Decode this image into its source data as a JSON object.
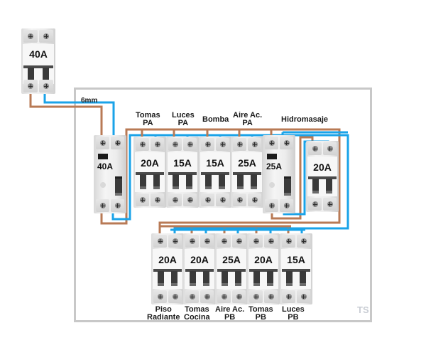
{
  "diagram": {
    "title": "Tablero eléctrico",
    "panel_tag": "TS",
    "feed_cable": "6mm",
    "colors": {
      "phase_wire": "#b87a55",
      "neutral_wire": "#1aa3e8",
      "enclosure_border": "#c8c8c8",
      "panel_tag": "#c9cdd4"
    },
    "main_breaker": {
      "rating": "40A",
      "type": "bipolar-breaker"
    },
    "top_row": [
      {
        "id": "rcd1",
        "type": "differential",
        "rating": "40A",
        "label": ""
      },
      {
        "id": "tomas-pa",
        "type": "bipolar-breaker",
        "rating": "20A",
        "label": [
          "Tomas",
          "PA"
        ]
      },
      {
        "id": "luces-pa",
        "type": "bipolar-breaker",
        "rating": "15A",
        "label": [
          "Luces",
          "PA"
        ]
      },
      {
        "id": "bomba",
        "type": "bipolar-breaker",
        "rating": "15A",
        "label": [
          "Bomba"
        ]
      },
      {
        "id": "aire-pa",
        "type": "bipolar-breaker",
        "rating": "25A",
        "label": [
          "Aire Ac.",
          "PA"
        ]
      },
      {
        "id": "rcd2",
        "type": "differential",
        "rating": "25A",
        "label": [
          "Hidromasaje"
        ]
      },
      {
        "id": "hidromasaje",
        "type": "bipolar-breaker",
        "rating": "20A",
        "label": ""
      }
    ],
    "bottom_row": [
      {
        "id": "piso-radiante",
        "type": "bipolar-breaker",
        "rating": "20A",
        "label": [
          "Piso",
          "Radiante"
        ]
      },
      {
        "id": "tomas-cocina",
        "type": "bipolar-breaker",
        "rating": "20A",
        "label": [
          "Tomas",
          "Cocina"
        ]
      },
      {
        "id": "aire-pb",
        "type": "bipolar-breaker",
        "rating": "25A",
        "label": [
          "Aire Ac.",
          "PB"
        ]
      },
      {
        "id": "tomas-pb",
        "type": "bipolar-breaker",
        "rating": "20A",
        "label": [
          "Tomas",
          "PB"
        ]
      },
      {
        "id": "luces-pb",
        "type": "bipolar-breaker",
        "rating": "15A",
        "label": [
          "Luces",
          "PB"
        ]
      }
    ],
    "labels": {
      "tomas_pa": [
        "Tomas",
        "PA"
      ],
      "luces_pa": [
        "Luces",
        "PA"
      ],
      "bomba": "Bomba",
      "aire_pa": [
        "Aire Ac.",
        "PA"
      ],
      "hidromasaje": "Hidromasaje",
      "piso_radiante": [
        "Piso",
        "Radiante"
      ],
      "tomas_cocina": [
        "Tomas",
        "Cocina"
      ],
      "aire_pb": [
        "Aire Ac.",
        "PB"
      ],
      "tomas_pb": [
        "Tomas",
        "PB"
      ],
      "luces_pb": [
        "Luces",
        "PB"
      ]
    }
  }
}
